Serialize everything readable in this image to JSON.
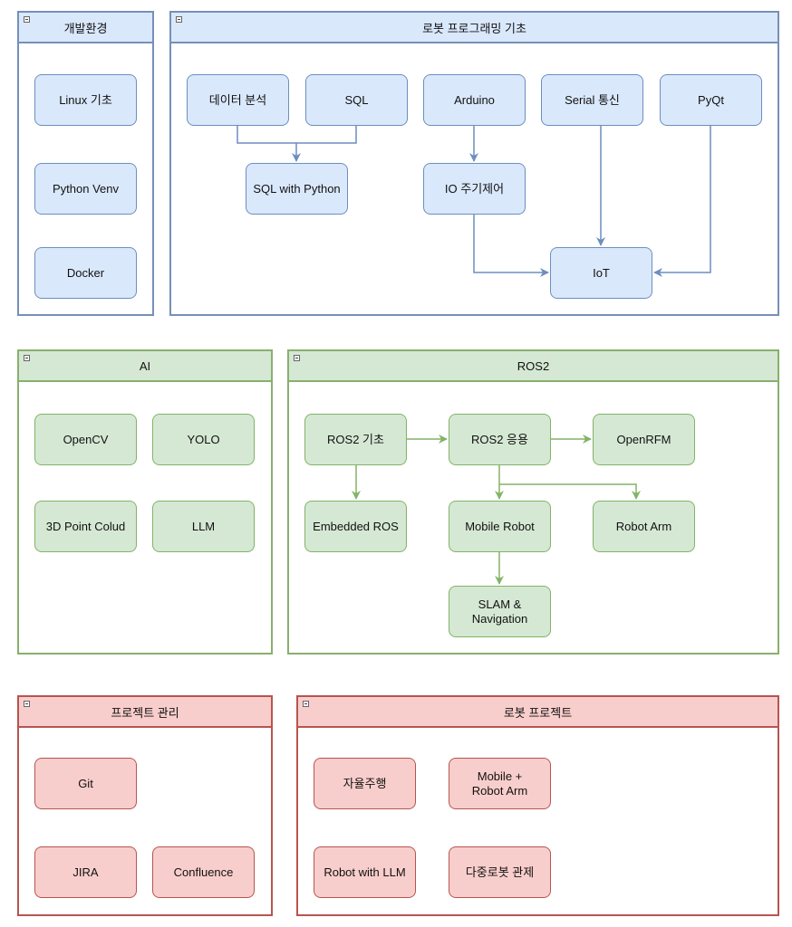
{
  "groups": {
    "dev_env": {
      "title": "개발환경",
      "nodes": {
        "linux": "Linux 기초",
        "venv": "Python Venv",
        "docker": "Docker"
      }
    },
    "robot_prog": {
      "title": "로봇 프로그래밍 기초",
      "nodes": {
        "data_analysis": "데이터 분석",
        "sql": "SQL",
        "arduino": "Arduino",
        "serial": "Serial 통신",
        "pyqt": "PyQt",
        "sql_python": "SQL with Python",
        "io_control": "IO 주기제어",
        "iot": "IoT"
      }
    },
    "ai": {
      "title": "AI",
      "nodes": {
        "opencv": "OpenCV",
        "yolo": "YOLO",
        "pointcloud": "3D Point Colud",
        "llm": "LLM"
      }
    },
    "ros2": {
      "title": "ROS2",
      "nodes": {
        "ros2_basic": "ROS2 기초",
        "ros2_app": "ROS2 응용",
        "openrfm": "OpenRFM",
        "embedded_ros": "Embedded ROS",
        "mobile_robot": "Mobile Robot",
        "robot_arm": "Robot Arm",
        "slam": "SLAM & Navigation"
      }
    },
    "project_mgmt": {
      "title": "프로젝트 관리",
      "nodes": {
        "git": "Git",
        "jira": "JIRA",
        "confluence": "Confluence"
      }
    },
    "robot_project": {
      "title": "로봇 프로젝트",
      "nodes": {
        "autonomous": "자율주행",
        "mobile_arm": "Mobile + Robot Arm",
        "robot_llm": "Robot with LLM",
        "multi_robot": "다중로봇 관제"
      }
    }
  },
  "colors": {
    "blue_fill": "#dae8fc",
    "blue_stroke": "#6c8ebf",
    "green_fill": "#d5e8d4",
    "green_stroke": "#82b366",
    "red_fill": "#f8cecc",
    "red_stroke": "#b85450"
  }
}
